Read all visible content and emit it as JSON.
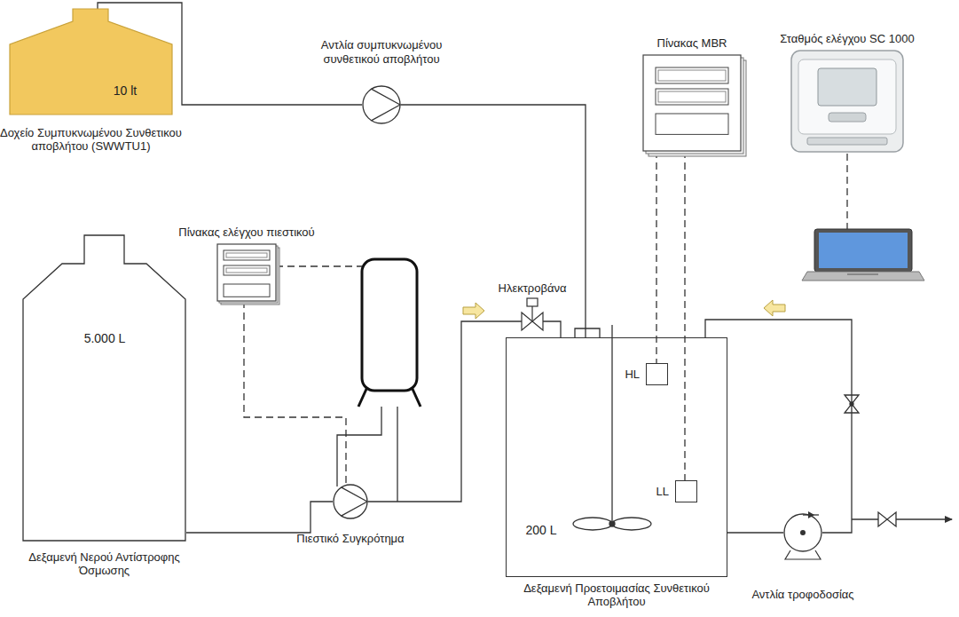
{
  "diagram": {
    "nodes": [
      {
        "text": [
          "10 lt",
          "Δοχείο Συμπυκνωμένου Συνθετικου αποβλήτου (SWWTU1)"
        ]
      },
      {
        "text": [
          "Αντλία συμπυκνωμένου συνθετικού αποβλήτου"
        ]
      },
      {
        "text": [
          "Πίνακας MBR"
        ]
      },
      {
        "text": [
          "Σταθμός ελέγχου SC 1000"
        ]
      },
      {
        "text": [
          "Πίνακας ελέγχου πιεστικού"
        ]
      },
      {
        "text": [
          "Ηλεκτροβάνα"
        ]
      },
      {
        "text": [
          "5.000 L",
          "Δεξαμενή Νερού Αντίστροφης Όσμωσης"
        ]
      },
      {
        "text": [
          "Πιεστικό Συγκρότημα"
        ]
      },
      {
        "text": [
          "200 L",
          "Δεξαμενή Προετοιμασίας Συνθετικού Αποβλήτου"
        ]
      },
      {
        "text": [
          "HL"
        ],
        "in": 8
      },
      {
        "text": [
          "LL"
        ],
        "in": 8
      },
      {
        "text": [
          "Αντλία τροφοδοσίας"
        ]
      }
    ],
    "edges": [
      {
        "from": 0,
        "to": 1,
        "arrow": "none"
      },
      {
        "from": 1,
        "to": 8,
        "arrow": "none"
      },
      {
        "from": 6,
        "to": 7,
        "arrow": "none"
      },
      {
        "from": 7,
        "to": 5,
        "arrow": "none"
      },
      {
        "from": 5,
        "to": 8,
        "arrow": "none"
      },
      {
        "from": 4,
        "to": 7,
        "arrow": "none"
      },
      {
        "from": 2,
        "to": 9,
        "arrow": "none"
      },
      {
        "from": 2,
        "to": 10,
        "arrow": "none"
      },
      {
        "from": 8,
        "to": 11,
        "arrow": "none"
      },
      {
        "from": 11,
        "to": 8,
        "arrow": "none"
      }
    ]
  }
}
